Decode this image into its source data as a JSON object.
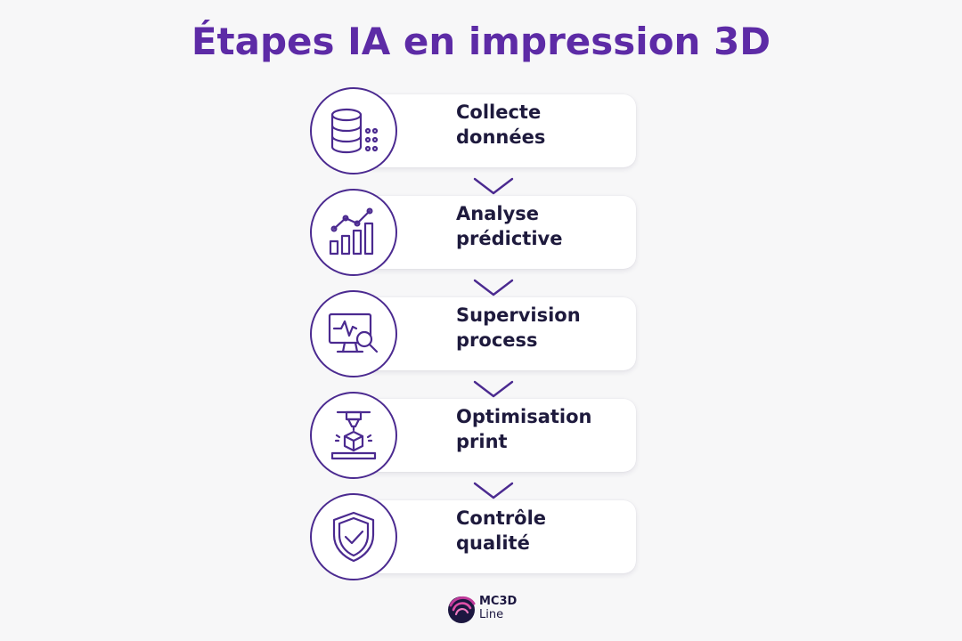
{
  "title": "Étapes IA en impression 3D",
  "steps": [
    {
      "line1": "Collecte",
      "line2": "données",
      "icon": "database-icon"
    },
    {
      "line1": "Analyse",
      "line2": "prédictive",
      "icon": "bar-chart-trend-icon"
    },
    {
      "line1": "Supervision",
      "line2": "process",
      "icon": "monitor-search-icon"
    },
    {
      "line1": "Optimisation",
      "line2": "print",
      "icon": "3d-printer-nozzle-icon"
    },
    {
      "line1": "Contrôle",
      "line2": "qualité",
      "icon": "shield-check-icon"
    }
  ],
  "logo": {
    "line1": "MC3D",
    "line2": "Line"
  },
  "colors": {
    "title": "#5d2ba6",
    "icon_stroke": "#4b2a90",
    "text": "#1e1a3d",
    "background": "#f7f7f8"
  }
}
